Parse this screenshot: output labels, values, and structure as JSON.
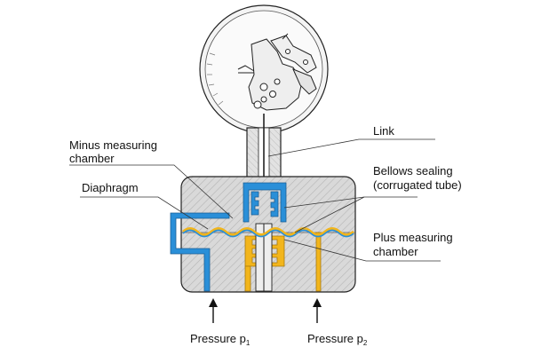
{
  "labels": {
    "link": "Link",
    "minus_chamber_line1": "Minus measuring",
    "minus_chamber_line2": "chamber",
    "bellows_line1": "Bellows sealing",
    "bellows_line2": "(corrugated tube)",
    "diaphragm": "Diaphragm",
    "plus_chamber_line1": "Plus measuring",
    "plus_chamber_line2": "chamber",
    "pressure_1_text": "Pressure p",
    "pressure_1_sub": "1",
    "pressure_2_text": "Pressure p",
    "pressure_2_sub": "2"
  },
  "colors": {
    "minus_side": "#2a8fd8",
    "plus_side": "#f2b51c",
    "body_fill": "#d6d6d6",
    "body_outline": "#222222"
  }
}
